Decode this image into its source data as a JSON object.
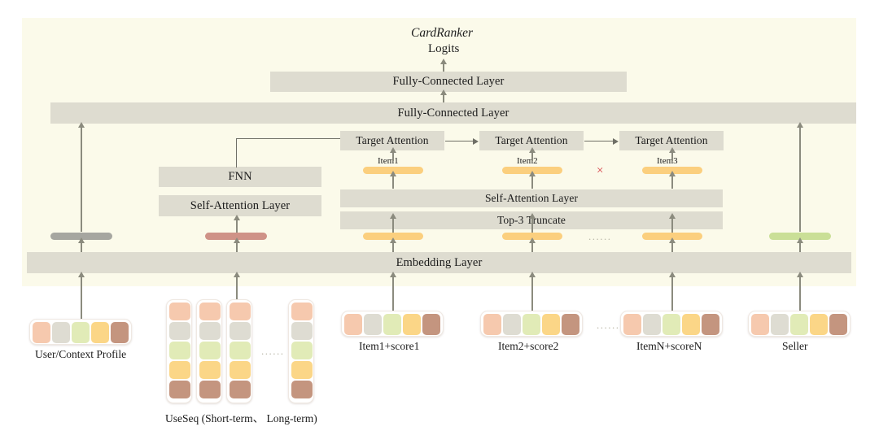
{
  "diagram": {
    "title": "CardRanker",
    "output_label": "Logits",
    "background_color": "#fbfaea",
    "box_color": "#dedcd0"
  },
  "boxes": {
    "fc_top": "Fully-Connected Layer",
    "fc_wide": "Fully-Connected Layer",
    "fnn": "FNN",
    "self_attention_left": "Self-Attention Layer",
    "self_attention_right": "Self-Attention Layer",
    "top3_truncate": "Top-3 Truncate",
    "embedding_layer": "Embedding Layer",
    "target_attention_1": "Target Attention",
    "target_attention_2": "Target Attention",
    "target_attention_3": "Target Attention"
  },
  "item_labels": {
    "item1": "Item1",
    "item2": "Item2",
    "item3": "Item3"
  },
  "inputs": {
    "user_profile": "User/Context Profile",
    "useseq": "UseSeq (Short-term、 Long-term)",
    "item1_score1": "Item1+score1",
    "item2_score2": "Item2+score2",
    "itemN_scoreN": "ItemN+scoreN",
    "seller": "Seller"
  },
  "ellipsis": "......",
  "cross_mark": "×",
  "tile_colors": [
    "#f6c9ae",
    "#dedcd2",
    "#e1ebb7",
    "#fbd687",
    "#c4957f"
  ],
  "pill_colors": {
    "user_profile_bar": "#a6a6a0",
    "useseq_bar": "#cf9287",
    "item_bar": "#fbcf7e",
    "seller_bar": "#cadf97"
  }
}
